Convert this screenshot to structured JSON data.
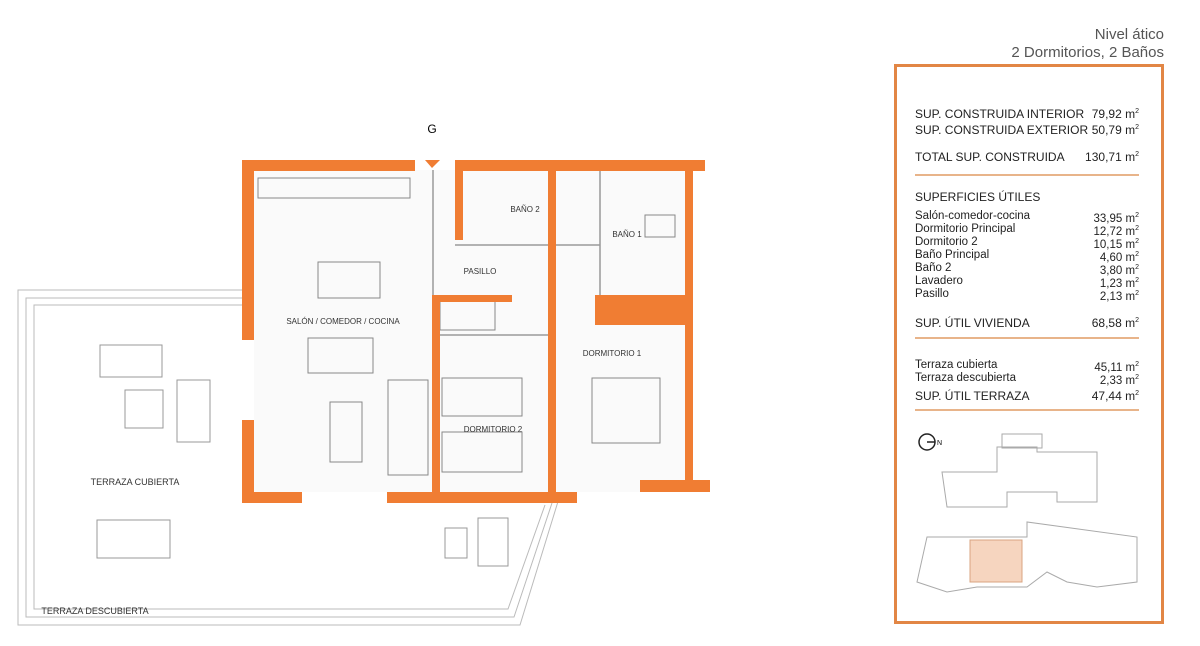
{
  "header": {
    "level": "Nivel ático",
    "type": "2 Dormitorios, 2 Baños"
  },
  "plan": {
    "entrance": "G",
    "rooms": {
      "salon": "SALÓN / COMEDOR / COCINA",
      "bano2": "BAÑO 2",
      "bano1": "BAÑO 1",
      "pasillo": "PASILLO",
      "dorm1": "DORMITORIO 1",
      "dorm2": "DORMITORIO 2",
      "terraza_cubierta": "TERRAZA CUBIERTA",
      "terraza_descubierta": "TERRAZA DESCUBIERTA"
    }
  },
  "areas": {
    "unit": "m",
    "constructed": [
      {
        "label": "SUP. CONSTRUIDA INTERIOR",
        "value": "79,92"
      },
      {
        "label": "SUP. CONSTRUIDA EXTERIOR",
        "value": "50,79"
      }
    ],
    "total": {
      "label": "TOTAL SUP. CONSTRUIDA",
      "value": "130,71"
    },
    "useful_title": "SUPERFICIES ÚTILES",
    "useful": [
      {
        "label": "Salón-comedor-cocina",
        "value": "33,95"
      },
      {
        "label": "Dormitorio Principal",
        "value": "12,72"
      },
      {
        "label": "Dormitorio 2",
        "value": "10,15"
      },
      {
        "label": "Baño Principal",
        "value": "4,60"
      },
      {
        "label": "Baño 2",
        "value": "3,80"
      },
      {
        "label": "Lavadero",
        "value": "1,23"
      },
      {
        "label": "Pasillo",
        "value": "2,13"
      }
    ],
    "useful_total": {
      "label": "SUP. ÚTIL VIVIENDA",
      "value": "68,58"
    },
    "terraces": [
      {
        "label": "Terraza cubierta",
        "value": "45,11"
      },
      {
        "label": "Terraza descubierta",
        "value": "2,33"
      }
    ],
    "terrace_total": {
      "label": "SUP. ÚTIL TERRAZA",
      "value": "47,44"
    }
  },
  "key_plan": {
    "north": "N"
  },
  "colors": {
    "wall": "#f07d33",
    "border": "#e28645",
    "highlight": "#f6d5bf"
  }
}
